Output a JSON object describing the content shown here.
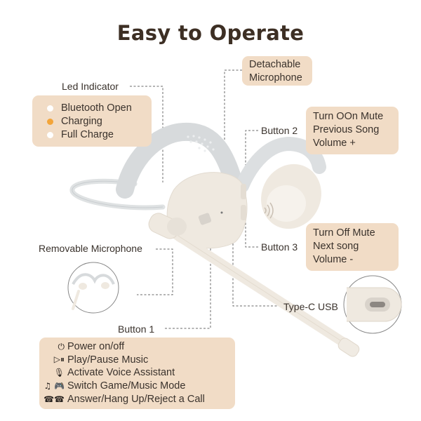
{
  "title": "Easy to Operate",
  "labels": {
    "led_indicator": "Led Indicator",
    "detachable_microphone": [
      "Detachable",
      "Microphone"
    ],
    "button2": "Button 2",
    "button3": "Button 3",
    "removable_microphone": "Removable Microphone",
    "type_c": "Type-C USB",
    "button1": "Button 1"
  },
  "led_box": {
    "items": [
      {
        "text": "Bluetooth Open",
        "color": "#ffffff"
      },
      {
        "text": "Charging",
        "color": "#f3a53a"
      },
      {
        "text": "Full Charge",
        "color": "#ffffff"
      }
    ]
  },
  "button2_box": {
    "lines": [
      "Turn OOn Mute",
      "Previous Song",
      "Volume +"
    ]
  },
  "button3_box": {
    "lines": [
      "Turn Off Mute",
      "Next song",
      "Volume -"
    ]
  },
  "button1_box": {
    "items": [
      {
        "icon": "power-icon",
        "glyph": "⏻",
        "text": "Power on/off"
      },
      {
        "icon": "play-pause-icon",
        "glyph": "▷⏸",
        "text": "Play/Pause Music"
      },
      {
        "icon": "voice-assistant-icon",
        "glyph": "🎙",
        "text": "Activate Voice Assistant"
      },
      {
        "icon": "music-game-icon",
        "glyph": "♫ 🎮",
        "text": "Switch Game/Music Mode"
      },
      {
        "icon": "phone-call-icon",
        "glyph": "☎☎",
        "text": "Answer/Hang Up/Reject a Call"
      }
    ]
  },
  "colors": {
    "box_fill": "#f1dcc6",
    "headset_body": "#efe9e0",
    "headset_band": "#dfe2e3",
    "charging_dot": "#f3a53a"
  }
}
